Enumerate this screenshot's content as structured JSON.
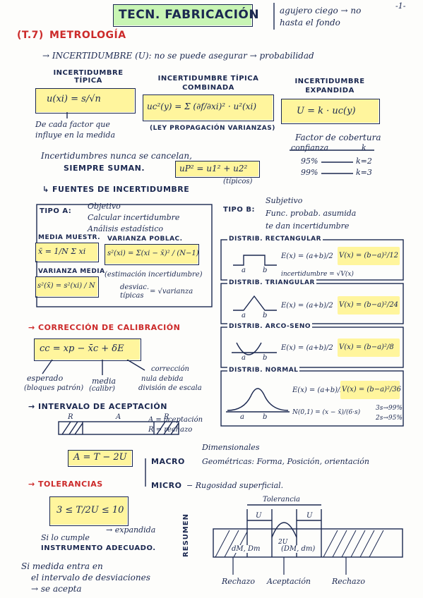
{
  "header": {
    "title": "TECN. FABRICACIÓN",
    "page_mark": "-1-",
    "note_line1": "agujero ciego → no",
    "note_line2": "hasta el fondo"
  },
  "section": {
    "number": "(T.7)",
    "name": "METROLOGÍA"
  },
  "uncertainty": {
    "definition": "→ INCERTIDUMBRE (U): no se puede asegurar → probabilidad",
    "typical_title": "INCERTIDUMBRE TÍPICA",
    "typical_formula": "u(xi) = s/√n",
    "typical_note_1": "De cada factor que",
    "typical_note_2": "influye en la medida",
    "combined_title_1": "INCERTIDUMBRE TÍPICA",
    "combined_title_2": "COMBINADA",
    "combined_formula": "uc²(y) = Σ (∂f/∂xi)² · u²(xi)",
    "combined_note": "(LEY PROPAGACIÓN VARIANZAS)",
    "expanded_title_1": "INCERTIDUMBRE",
    "expanded_title_2": "EXPANDIDA",
    "expanded_formula": "U = k · uc(y)",
    "coverage_title": "Factor de cobertura",
    "coverage_head_left": "confianza",
    "coverage_head_right": "k",
    "coverage_row1_left": "95%",
    "coverage_row1_right": "k=2",
    "coverage_row2_left": "99%",
    "coverage_row2_right": "k=3",
    "never_cancel_1": "Incertidumbres nunca se cancelan,",
    "never_cancel_2": "SIEMPRE SUMAN.",
    "sum_formula": "uP² = u1² + u2²",
    "sum_note": "(típicos)",
    "sources": "↳ FUENTES DE INCERTIDUMBRE"
  },
  "type_a": {
    "label": "TIPO A:",
    "items": [
      "Objetivo",
      "Calcular incertidumbre",
      "Análisis estadístico"
    ],
    "mean_title": "MEDIA MUESTR.",
    "mean_formula": "x̄ = 1/N Σ xi",
    "var_title": "VARIANZA POBLAC.",
    "var_formula": "s²(xi) = Σ(xi − x̄)² / (N−1)",
    "mean_var_title": "VARIANZA MEDIA",
    "mean_var_formula": "s²(x̄) = s²(xi) / N",
    "estimate_note": "(estimación incertidumbre)",
    "stdev_label_1": "desviac.",
    "stdev_label_2": "típicas",
    "stdev_formula": "= √varianza"
  },
  "type_b": {
    "label": "TIPO B:",
    "items": [
      "Subjetivo",
      "Func. probab. asumida",
      "te dan incertidumbre"
    ],
    "distributions": [
      {
        "title": "DISTRIB. RECTANGULAR",
        "mean": "E(x) = (a+b)/2",
        "variance": "V(x) = (b−a)²/12",
        "note": "incertidumbre = √V(x)",
        "a": "a",
        "b": "b"
      },
      {
        "title": "DISTRIB. TRIANGULAR",
        "mean": "E(x) = (a+b)/2",
        "variance": "V(x) = (b−a)²/24",
        "note": "",
        "a": "a",
        "b": "b"
      },
      {
        "title": "DISTRIB. ARCO-SENO",
        "mean": "E(x) = (a+b)/2",
        "variance": "V(x) = (b−a)²/8",
        "note": "",
        "a": "a",
        "b": "b"
      },
      {
        "title": "DISTRIB. NORMAL",
        "mean": "E(x) = (a+b)/2",
        "variance": "V(x) = (b−a)²/36",
        "note": "",
        "a": "a",
        "b": "b"
      }
    ],
    "normal_std": "N(0,1) = (x − x̄)/(6·s)",
    "normal_pct_1": "3s→99%",
    "normal_pct_2": "2s→95%"
  },
  "calibration": {
    "title": "→ CORRECCIÓN DE CALIBRACIÓN",
    "formula": "cc = xp − x̄c + δE",
    "expected_1": "esperado",
    "expected_2": "(bloques patrón)",
    "mean_1": "media",
    "mean_2": "(calibr)",
    "correction_1": "corrección",
    "correction_2": "nula debida",
    "correction_3": "división de escala"
  },
  "acceptance": {
    "title": "→ INTERVALO DE ACEPTACIÓN",
    "label_r1": "R",
    "label_a": "A",
    "label_r2": "R",
    "legend_a": "A = aceptación",
    "legend_r": "R = rechazo",
    "formula": "A = T − 2U"
  },
  "tolerances": {
    "title": "→ TOLERANCIAS",
    "macro": "MACRO",
    "macro_item1": "Dimensionales",
    "macro_item2": "Geométricas: Forma, Posición, orientación",
    "micro": "MICRO",
    "micro_item": "− Rugosidad superficial.",
    "ratio_formula": "3 ≤ T/2U ≤ 10",
    "ratio_note_1": "Si lo cumple",
    "ratio_note_2": "INSTRUMENTO ADECUADO.",
    "expanded_note": "→ expandida",
    "final_note_1": "Si medida entra en",
    "final_note_2": "el intervalo de desviaciones",
    "final_note_3": "→ se acepta"
  },
  "summary": {
    "side_label": "RESUMEN",
    "tolerance": "Tolerancia",
    "u1": "U",
    "u2": "U",
    "two_u": "2U",
    "dm_left": "dM, Dm",
    "dm_right": "(DM, dm)",
    "zone_left": "Rechazo",
    "zone_mid": "Aceptación",
    "zone_right": "Rechazo"
  }
}
